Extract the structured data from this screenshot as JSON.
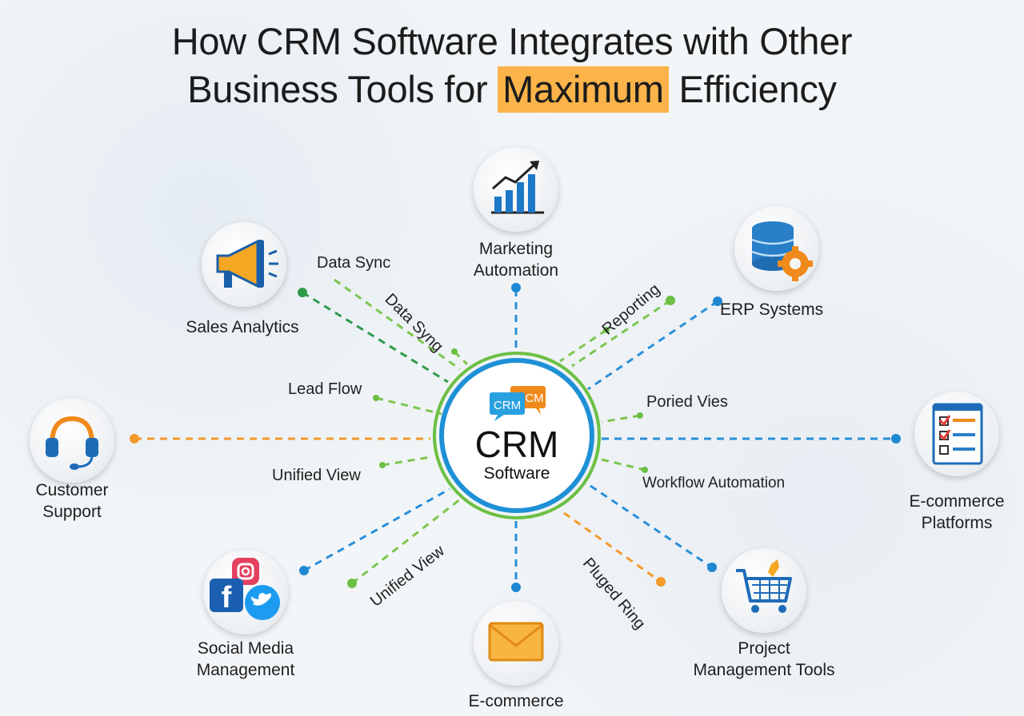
{
  "title": {
    "line1": "How CRM Software Integrates with Other",
    "line2_before": "Business Tools for ",
    "line2_highlight": "Maximum",
    "line2_after": " Efficiency"
  },
  "hub": {
    "badge_left": "CRM",
    "badge_right": "CM",
    "main": "CRM",
    "sub": "Software"
  },
  "nodes": {
    "marketing": {
      "line1": "Marketing",
      "line2": "Automation",
      "icon": "bar-chart-icon"
    },
    "erp": {
      "line1": "ERP Systems",
      "icon": "database-gear-icon"
    },
    "sales": {
      "line1": "Sales Analytics",
      "icon": "megaphone-icon"
    },
    "support": {
      "line1": "Customer",
      "line2": "Support",
      "icon": "headset-icon"
    },
    "ecommerce_right": {
      "line1": "E-commerce",
      "line2": "Platforms",
      "icon": "checklist-icon"
    },
    "social": {
      "line1": "Social Media",
      "line2": "Management",
      "icon": "social-icons"
    },
    "email": {
      "line1": "E-commerce",
      "icon": "envelope-icon"
    },
    "project": {
      "line1": "Project",
      "line2": "Management Tools",
      "icon": "shopping-cart-icon"
    }
  },
  "connections": {
    "data_sync_1": "Data Sync",
    "data_sync_2": "Data Syng",
    "reporting": "Reporting",
    "lead_flow": "Lead Flow",
    "poried_vies": "Poried Vies",
    "unified_view_1": "Unified View",
    "workflow": "Workflow Automation",
    "unified_view_2": "Unified View",
    "plugged_ring": "Pluged Ring"
  },
  "colors": {
    "highlight": "#fbb34a",
    "blue": "#1e88d2",
    "green": "#6cbf43",
    "orange": "#f39a2b",
    "dark_green": "#2f9a4a"
  }
}
